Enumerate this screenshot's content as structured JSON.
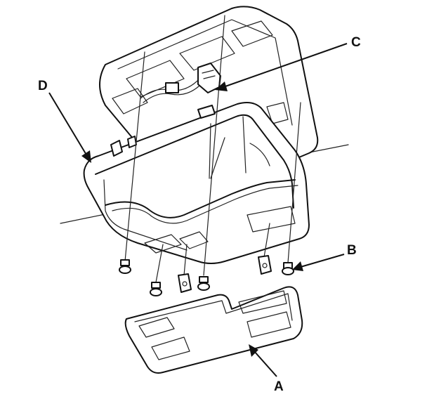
{
  "callouts": {
    "a": "A",
    "b": "B",
    "c": "C",
    "d": "D"
  },
  "colors": {
    "ink": "#111111",
    "paper": "#ffffff"
  }
}
